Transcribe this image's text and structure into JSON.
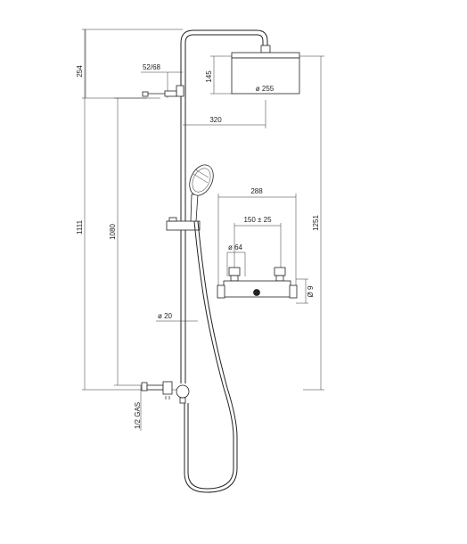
{
  "dimensions": {
    "overall_height": "1111",
    "bar_height": "1080",
    "total_height": "1251",
    "head_offset": "254",
    "head_drop": "145",
    "arm_spread": "52/68",
    "head_diameter": "ø 255",
    "arm_reach": "320",
    "mixer_width": "288",
    "mixer_centers": "150 ± 25",
    "inlet_diameter": "ø 64",
    "mixer_depth": "Ø 9",
    "bar_diameter": "ø 20",
    "gas_connection": "1/2 GAS"
  }
}
